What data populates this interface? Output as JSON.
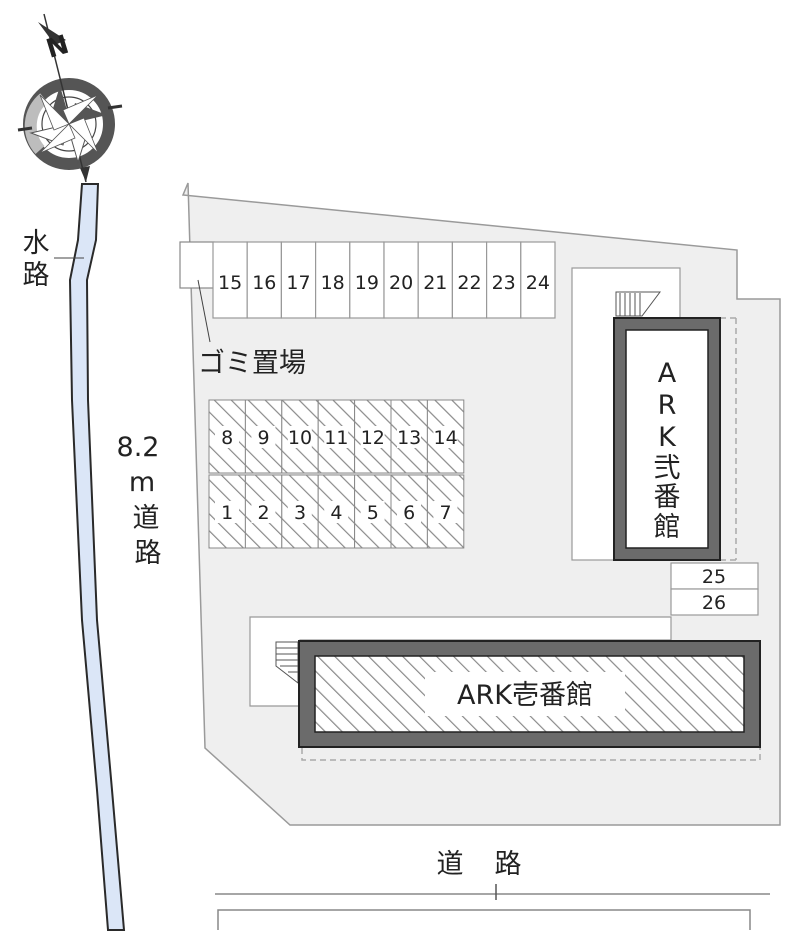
{
  "compass": {
    "north_label": "N"
  },
  "waterway": {
    "label_chars": [
      "水",
      "路"
    ]
  },
  "west_road": {
    "label_chars": [
      "8.2",
      "m",
      "道",
      "路"
    ]
  },
  "south_road": {
    "label_chars": [
      "道",
      "路"
    ]
  },
  "garbage_area": {
    "label": "ゴミ置場"
  },
  "parking_top_row": [
    "15",
    "16",
    "17",
    "18",
    "19",
    "20",
    "21",
    "22",
    "23",
    "24"
  ],
  "parking_upper_block": [
    "8",
    "9",
    "10",
    "11",
    "12",
    "13",
    "14"
  ],
  "parking_lower_block": [
    "1",
    "2",
    "3",
    "4",
    "5",
    "6",
    "7"
  ],
  "parking_east": [
    "25",
    "26"
  ],
  "building_2": {
    "label_chars": [
      "A",
      "R",
      "K",
      "弐",
      "番",
      "館"
    ]
  },
  "building_1": {
    "label": "ARK壱番館"
  },
  "colors": {
    "lot": "#efefef",
    "waterway": "#dbe6f7",
    "building_wall": "#6b6b6b",
    "hatch": "#8a8a8a",
    "line": "#777777"
  }
}
